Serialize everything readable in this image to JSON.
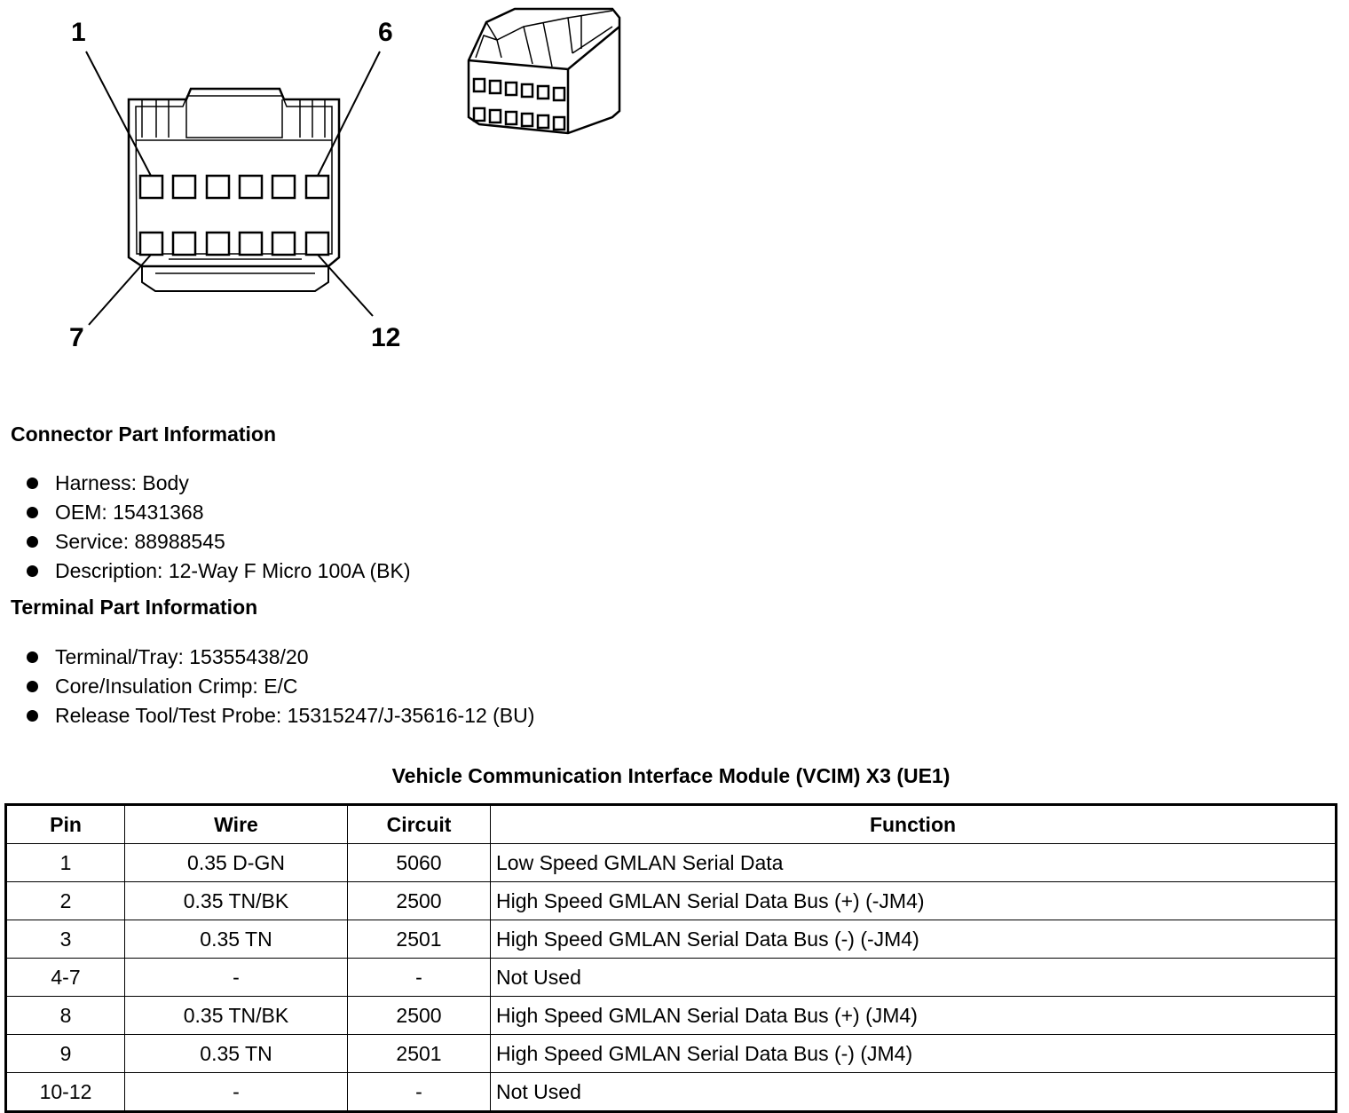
{
  "diagram": {
    "pin_labels": {
      "top_left": "1",
      "top_right": "6",
      "bottom_left": "7",
      "bottom_right": "12"
    }
  },
  "connector_info": {
    "heading": "Connector Part Information",
    "items": [
      "Harness: Body",
      "OEM: 15431368",
      "Service: 88988545",
      "Description: 12-Way F Micro 100A (BK)"
    ]
  },
  "terminal_info": {
    "heading": "Terminal Part Information",
    "items": [
      "Terminal/Tray: 15355438/20",
      "Core/Insulation Crimp: E/C",
      "Release Tool/Test Probe: 15315247/J-35616-12 (BU)"
    ]
  },
  "table": {
    "title": "Vehicle Communication Interface Module (VCIM) X3 (UE1)",
    "headers": [
      "Pin",
      "Wire",
      "Circuit",
      "Function"
    ],
    "rows": [
      [
        "1",
        "0.35 D-GN",
        "5060",
        "Low Speed GMLAN Serial Data"
      ],
      [
        "2",
        "0.35 TN/BK",
        "2500",
        "High Speed GMLAN Serial Data Bus (+) (-JM4)"
      ],
      [
        "3",
        "0.35 TN",
        "2501",
        "High Speed GMLAN Serial Data Bus (-) (-JM4)"
      ],
      [
        "4-7",
        "-",
        "-",
        "Not Used"
      ],
      [
        "8",
        "0.35 TN/BK",
        "2500",
        "High Speed GMLAN Serial Data Bus (+) (JM4)"
      ],
      [
        "9",
        "0.35 TN",
        "2501",
        "High Speed GMLAN Serial Data Bus (-) (JM4)"
      ],
      [
        "10-12",
        "-",
        "-",
        "Not Used"
      ]
    ]
  }
}
